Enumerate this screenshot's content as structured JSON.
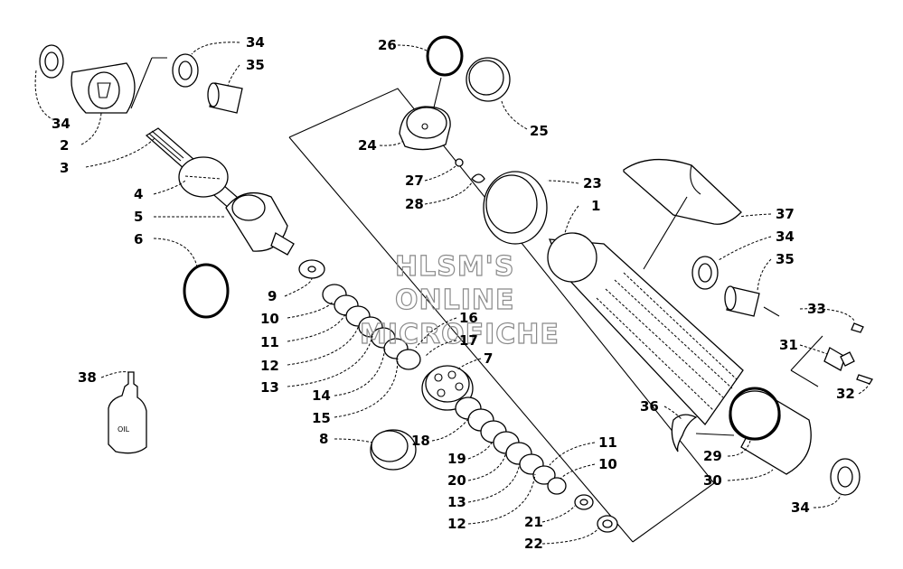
{
  "watermark": [
    "HLSM'S",
    "ONLINE",
    "MICROFICHE"
  ],
  "bottle_label": "OIL",
  "labels": {
    "l34a": "34",
    "l35a": "35",
    "l34b": "34",
    "l2": "2",
    "l3": "3",
    "l4": "4",
    "l5": "5",
    "l6": "6",
    "l9": "9",
    "l10a": "10",
    "l11a": "11",
    "l12a": "12",
    "l13a": "13",
    "l14": "14",
    "l15": "15",
    "l16": "16",
    "l17": "17",
    "l7": "7",
    "l8": "8",
    "l18": "18",
    "l19": "19",
    "l20": "20",
    "l13b": "13",
    "l12b": "12",
    "l11b": "11",
    "l10b": "10",
    "l21": "21",
    "l22": "22",
    "l26": "26",
    "l25": "25",
    "l24": "24",
    "l27": "27",
    "l28": "28",
    "l23": "23",
    "l1": "1",
    "l37": "37",
    "l34c": "34",
    "l35b": "35",
    "l33": "33",
    "l31": "31",
    "l32": "32",
    "l36": "36",
    "l29": "29",
    "l30": "30",
    "l34d": "34",
    "l38": "38"
  }
}
